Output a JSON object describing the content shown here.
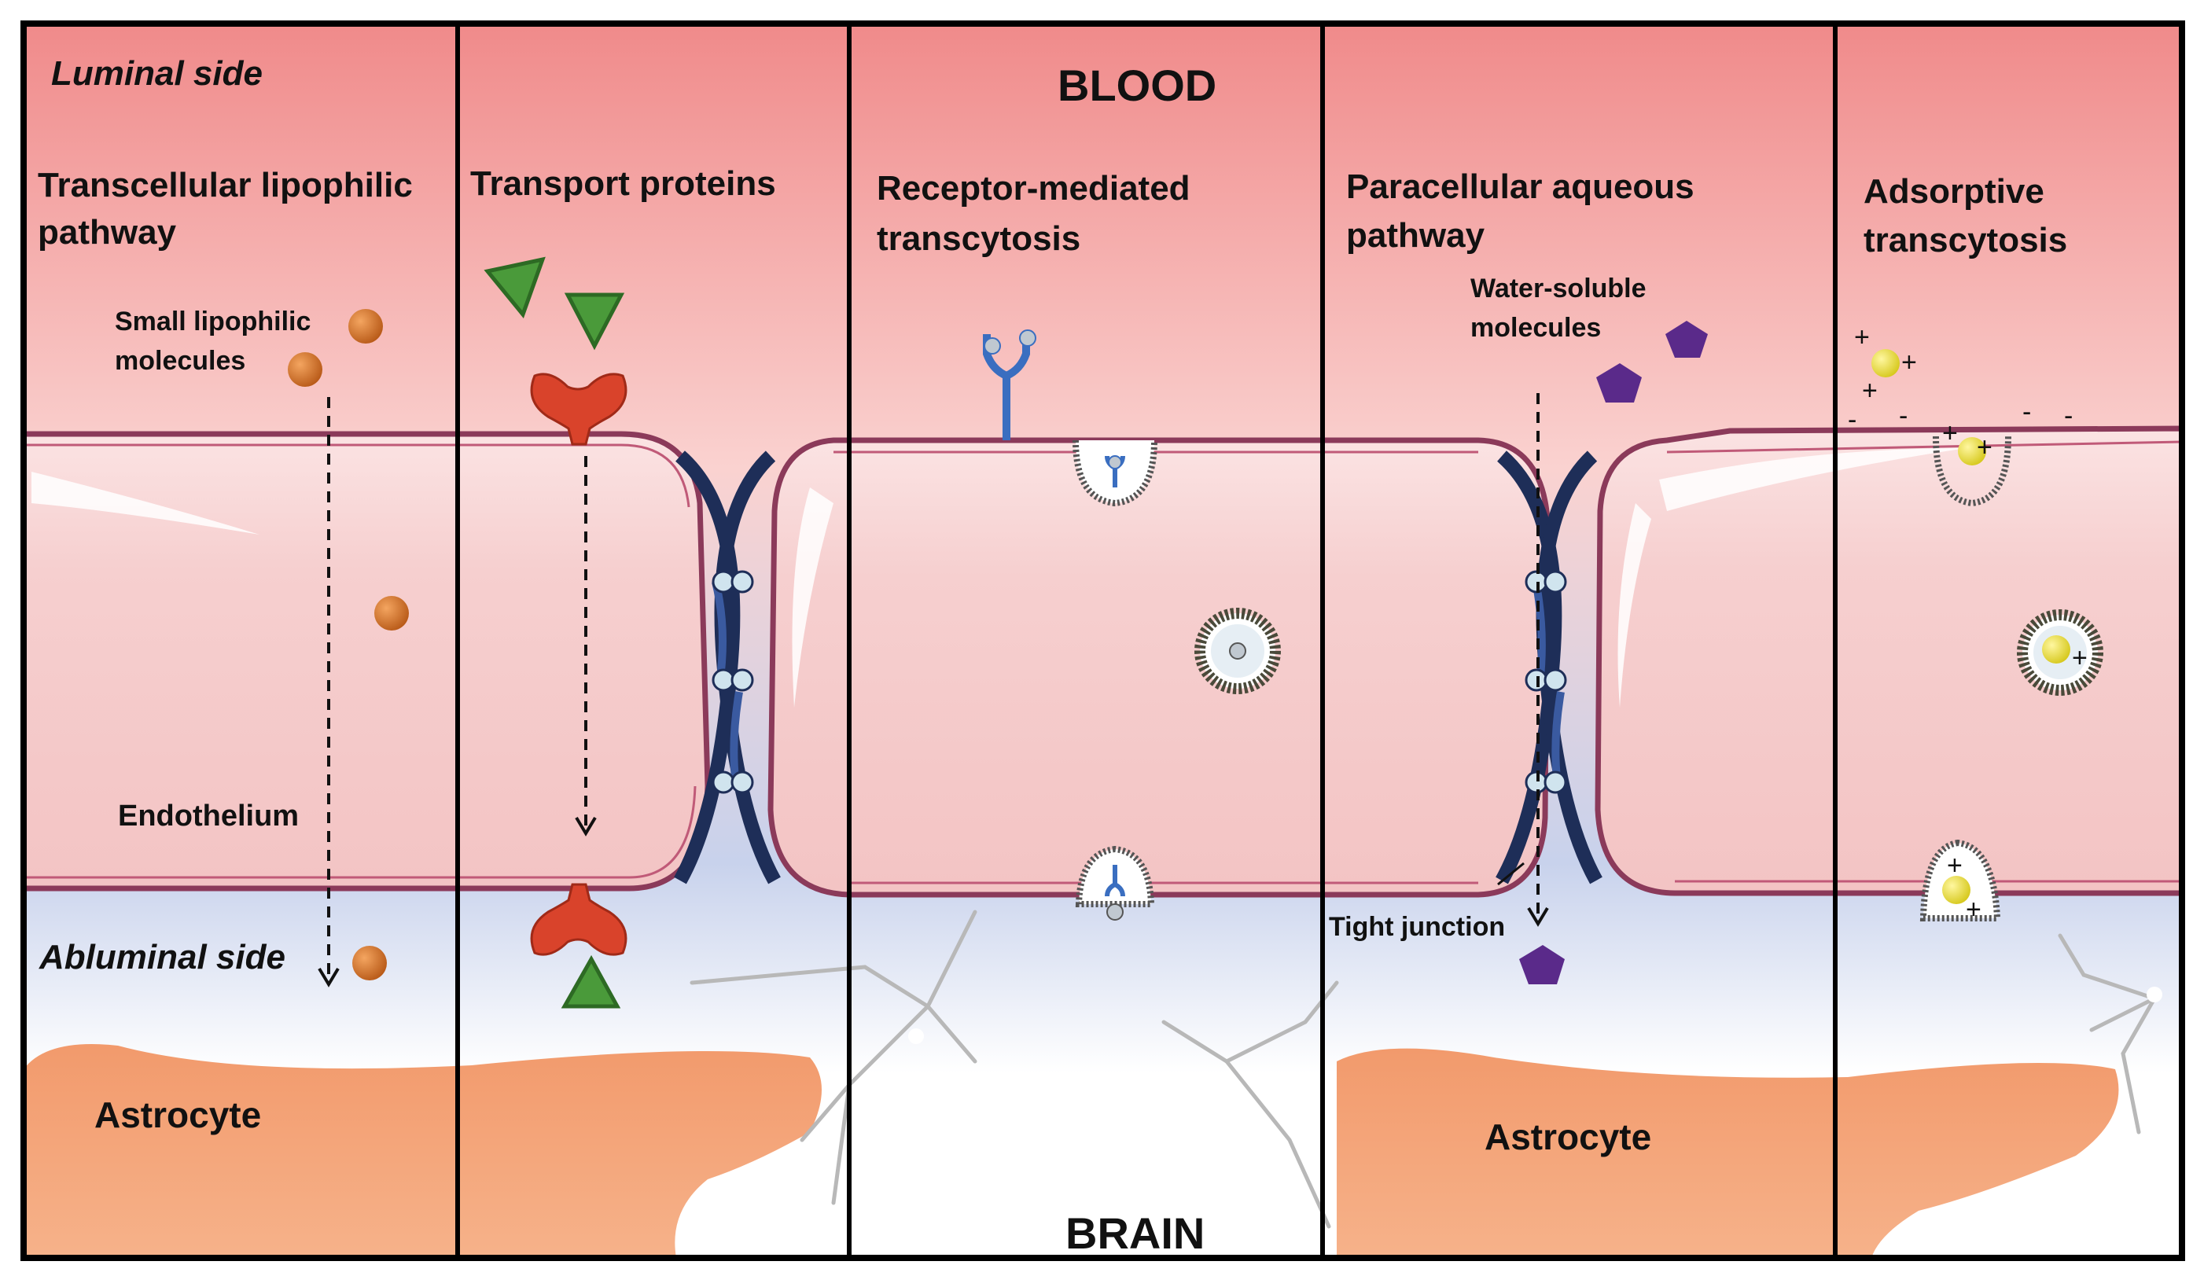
{
  "labels": {
    "luminal_side": "Luminal side",
    "abluminal_side": "Abluminal side",
    "blood": "BLOOD",
    "brain": "BRAIN",
    "endothelium": "Endothelium",
    "astrocyte_left": "Astrocyte",
    "astrocyte_right": "Astrocyte",
    "tight_junction": "Tight junction",
    "small_lipophilic_1": "Small lipophilic",
    "small_lipophilic_2": "molecules",
    "water_soluble_1": "Water-soluble",
    "water_soluble_2": "molecules"
  },
  "pathways": [
    {
      "line1": "Transcellular lipophilic",
      "line2": "pathway"
    },
    {
      "line1": "Transport proteins",
      "line2": ""
    },
    {
      "line1": "Receptor-mediated",
      "line2": "transcytosis"
    },
    {
      "line1": "Paracellular aqueous",
      "line2": "pathway"
    },
    {
      "line1": "Adsorptive",
      "line2": "transcytosis"
    }
  ],
  "charges": {
    "plus": "+",
    "minus": "-"
  },
  "colors": {
    "blood_top": "#f08a8a",
    "blood_bottom": "#fbd5d2",
    "cell_fill": "#f6d0d0",
    "membrane": "#8b3a5a",
    "brain_blue": "#b6c4e6",
    "astrocyte": "#f0956a",
    "lipophilic_molecule": "#d9762b",
    "transporter": "#d9432b",
    "substrate": "#4a9a3a",
    "receptor": "#3a6ec0",
    "water_soluble": "#5a2a8a",
    "cationic": "#e8e03a",
    "tight_junction": "#1e2e58"
  }
}
